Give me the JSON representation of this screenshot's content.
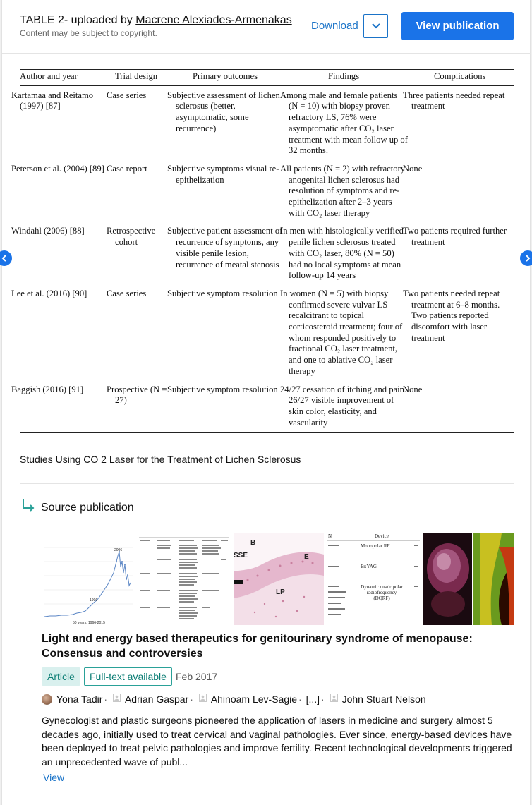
{
  "header": {
    "title_prefix": "TABLE 2- uploaded by ",
    "uploader": "Macrene Alexiades-Armenakas",
    "copyright": "Content may be subject to copyright.",
    "download_label": "Download",
    "view_publication_label": "View publication"
  },
  "table": {
    "headers": [
      "Author and year",
      "Trial design",
      "Primary outcomes",
      "Findings",
      "Complications"
    ],
    "rows": [
      {
        "author": "Kartamaa and Reitamo (1997) [87]",
        "design": "Case series",
        "outcomes": "Subjective assessment of lichen sclerosus (better, asymptomatic, some recurrence)",
        "findings": "Among male and female patients (N = 10) with biopsy proven refractory LS, 76% were asymptomatic after CO₂ laser treatment with mean follow up of 32 months.",
        "complications": "Three patients needed repeat treatment"
      },
      {
        "author": "Peterson et al. (2004) [89]",
        "design": "Case report",
        "outcomes": "Subjective symptoms visual re-epithelization",
        "findings": "All patients (N = 2) with refractory anogenital lichen sclerosus had resolution of symptoms and re-epithelization after 2–3 years with CO₂ laser therapy",
        "complications": "None"
      },
      {
        "author": "Windahl (2006) [88]",
        "design": "Retrospective cohort",
        "outcomes": "Subjective patient assessment of recurrence of symptoms, any visible penile lesion, recurrence of meatal stenosis",
        "findings": "In men with histologically verified penile lichen sclerosus treated with CO₂ laser, 80% (N = 50) had no local symptoms at mean follow-up 14 years",
        "complications": "Two patients required further treatment"
      },
      {
        "author": "Lee et al. (2016) [90]",
        "design": "Case series",
        "outcomes": "Subjective symptom resolution",
        "findings": "In women (N = 5) with biopsy confirmed severe vulvar LS recalcitrant to topical corticosteroid treatment; four of whom responded positively to fractional CO₂ laser treatment, and one to ablative CO₂ laser therapy",
        "complications": "Two patients needed repeat treatment at 6–8 months. Two patients reported discomfort with laser treatment"
      },
      {
        "author": "Baggish (2016) [91]",
        "design": "Prospective (N = 27)",
        "outcomes": "Subjective symptom resolution",
        "findings": "24/27 cessation of itching and pain. 26/27 visible improvement of skin color, elasticity, and vascularity",
        "complications": "None"
      }
    ]
  },
  "caption": "Studies Using CO 2 Laser for the Treatment of Lichen Sclerosus",
  "source": {
    "section_title": "Source publication",
    "thumbnail_labels": {
      "chart_year": "2006",
      "chart_year2": "1996",
      "chart_caption": "50 years: 1966-2015",
      "histo_b": "B",
      "histo_e": "E",
      "histo_lp": "LP",
      "histo_sse": "SSE",
      "device_header": "Device",
      "device_n": "N",
      "device_1": "Monopolar RF",
      "device_2": "Er:YAG",
      "device_3": "Dynamic quadripolar radiofrequency (DQRF)"
    },
    "pub_title": "Light and energy based therapeutics for genitourinary syndrome of menopause: Consensus and controversies",
    "badge_article": "Article",
    "badge_fulltext": "Full-text available",
    "date": "Feb 2017",
    "authors": [
      "Yona Tadir",
      "Adrian Gaspar",
      "Ahinoam Lev-Sagie",
      "[...]",
      "John Stuart Nelson"
    ],
    "abstract": "Gynecologist and plastic surgeons pioneered the application of lasers in medicine and surgery almost 5 decades ago, initially used to treat cervical and vaginal pathologies. Ever since, energy-based devices have been deployed to treat pelvic pathologies and improve fertility. Recent technological developments triggered an unprecedented wave of publ...",
    "view_label": "View"
  },
  "colors": {
    "primary_blue": "#1a73e8",
    "link_blue": "#1a73c8",
    "teal": "#0e7f76",
    "teal_bg": "#d9f0ee"
  },
  "icons": [
    "chevron-down-icon",
    "chevron-left-icon",
    "chevron-right-icon",
    "arrow-turn-right-icon",
    "person-placeholder-icon"
  ]
}
